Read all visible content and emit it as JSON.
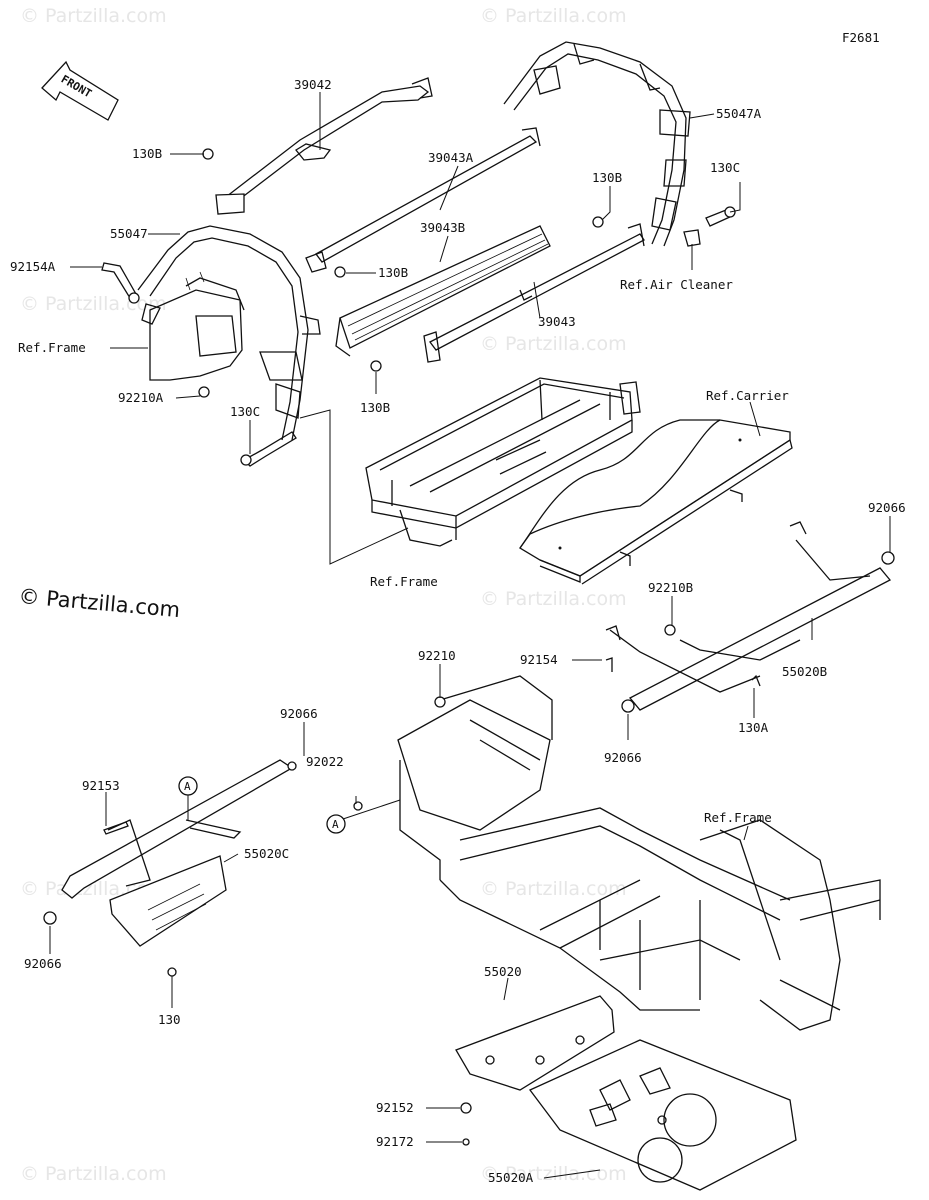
{
  "diagram_code": "F2681",
  "front_label": "FRONT",
  "copyright": "© Partzilla.com",
  "watermark": "© Partzilla.com",
  "labels": {
    "p39042": "39042",
    "p55047A": "55047A",
    "p130B_top": "130B",
    "p39043A": "39043A",
    "p130B_mid": "130B",
    "p130C_right": "130C",
    "p55047": "55047",
    "p39043B": "39043B",
    "p92154A": "92154A",
    "p130B_center": "130B",
    "ref_air_cleaner": "Ref.Air Cleaner",
    "p39043": "39043",
    "ref_frame_left": "Ref.Frame",
    "p130B_low": "130B",
    "p92210A": "92210A",
    "p130C_left": "130C",
    "ref_carrier": "Ref.Carrier",
    "p92066_right": "92066",
    "ref_frame_center": "Ref.Frame",
    "p92210B": "92210B",
    "p92154": "92154",
    "p55020B": "55020B",
    "p92210": "92210",
    "p130A": "130A",
    "p92066_left_top": "92066",
    "p92066_mid": "92066",
    "p92022": "92022",
    "p92153": "92153",
    "p55020C": "55020C",
    "ref_frame_right": "Ref.Frame",
    "p92066_left_bottom": "92066",
    "p130": "130",
    "p55020": "55020",
    "p92152": "92152",
    "p92172": "92172",
    "p55020A": "55020A",
    "marker_a": "A"
  }
}
